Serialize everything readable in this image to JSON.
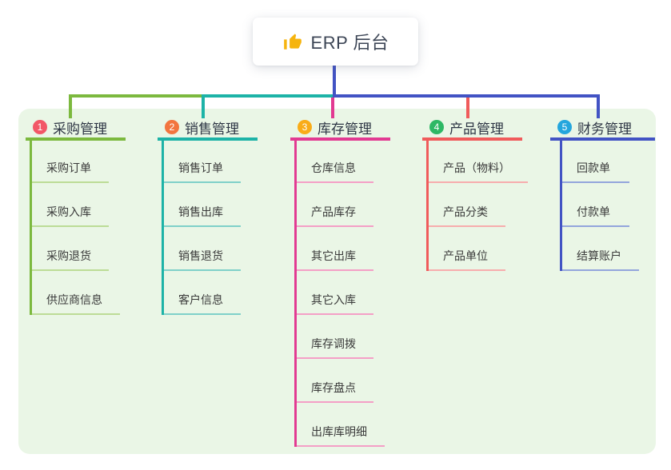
{
  "root": {
    "title": "ERP 后台",
    "icon": "thumbs-up"
  },
  "panel_bg": "#eaf6e6",
  "connector_color": "#4253c4",
  "branches": [
    {
      "number": "1",
      "label": "采购管理",
      "color": "#7cb93e",
      "light_color": "#bcdc96",
      "badge_color": "#f25767",
      "children": [
        "采购订单",
        "采购入库",
        "采购退货",
        "供应商信息"
      ]
    },
    {
      "number": "2",
      "label": "销售管理",
      "color": "#1db3a7",
      "light_color": "#7fd0c9",
      "badge_color": "#f2753f",
      "children": [
        "销售订单",
        "销售出库",
        "销售退货",
        "客户信息"
      ]
    },
    {
      "number": "3",
      "label": "库存管理",
      "color": "#e23a92",
      "light_color": "#f49fc6",
      "badge_color": "#f9ac18",
      "children": [
        "仓库信息",
        "产品库存",
        "其它出库",
        "其它入库",
        "库存调拨",
        "库存盘点",
        "出库库明细"
      ]
    },
    {
      "number": "4",
      "label": "产品管理",
      "color": "#f05b5b",
      "light_color": "#f7adad",
      "badge_color": "#2eb865",
      "children": [
        "产品（物料）",
        "产品分类",
        "产品单位"
      ]
    },
    {
      "number": "5",
      "label": "财务管理",
      "color": "#4253c4",
      "light_color": "#93a5dc",
      "badge_color": "#24a6dd",
      "children": [
        "回款单",
        "付款单",
        "结算账户"
      ]
    }
  ]
}
